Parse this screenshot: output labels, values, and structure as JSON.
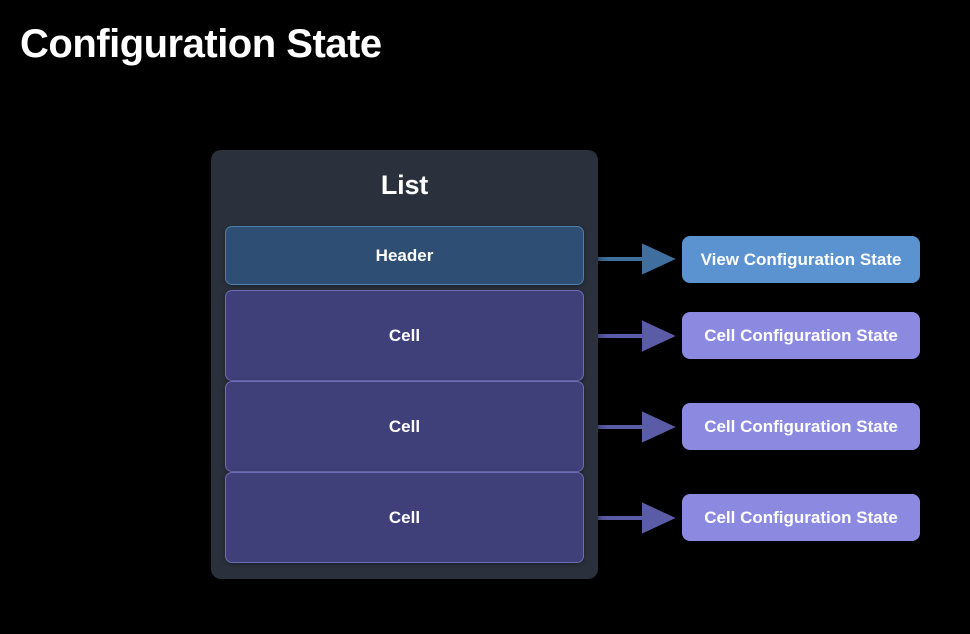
{
  "page": {
    "title": "Configuration State",
    "background_color": "#000000"
  },
  "list": {
    "title": "List",
    "background_color": "#2b313c",
    "rows": [
      {
        "label": "Header",
        "type": "header",
        "fill": "#2e4f73",
        "border": "#4f7fab"
      },
      {
        "label": "Cell",
        "type": "cell",
        "fill": "#3f4079",
        "border": "#6d6cb4"
      },
      {
        "label": "Cell",
        "type": "cell",
        "fill": "#3f4079",
        "border": "#6d6cb4"
      },
      {
        "label": "Cell",
        "type": "cell",
        "fill": "#3f4079",
        "border": "#6d6cb4"
      }
    ]
  },
  "states": [
    {
      "label": "View Configuration State",
      "fill": "#5b92d0",
      "kind": "view"
    },
    {
      "label": "Cell Configuration State",
      "fill": "#8b8ae0",
      "kind": "cell"
    },
    {
      "label": "Cell Configuration State",
      "fill": "#8b8ae0",
      "kind": "cell"
    },
    {
      "label": "Cell Configuration State",
      "fill": "#8b8ae0",
      "kind": "cell"
    }
  ],
  "arrows": [
    {
      "name": "header-to-view-state",
      "color": "#3f6f9e"
    },
    {
      "name": "cell1-to-cell-state",
      "color": "#5b5ca8"
    },
    {
      "name": "cell2-to-cell-state",
      "color": "#5b5ca8"
    },
    {
      "name": "cell3-to-cell-state",
      "color": "#5b5ca8"
    }
  ]
}
